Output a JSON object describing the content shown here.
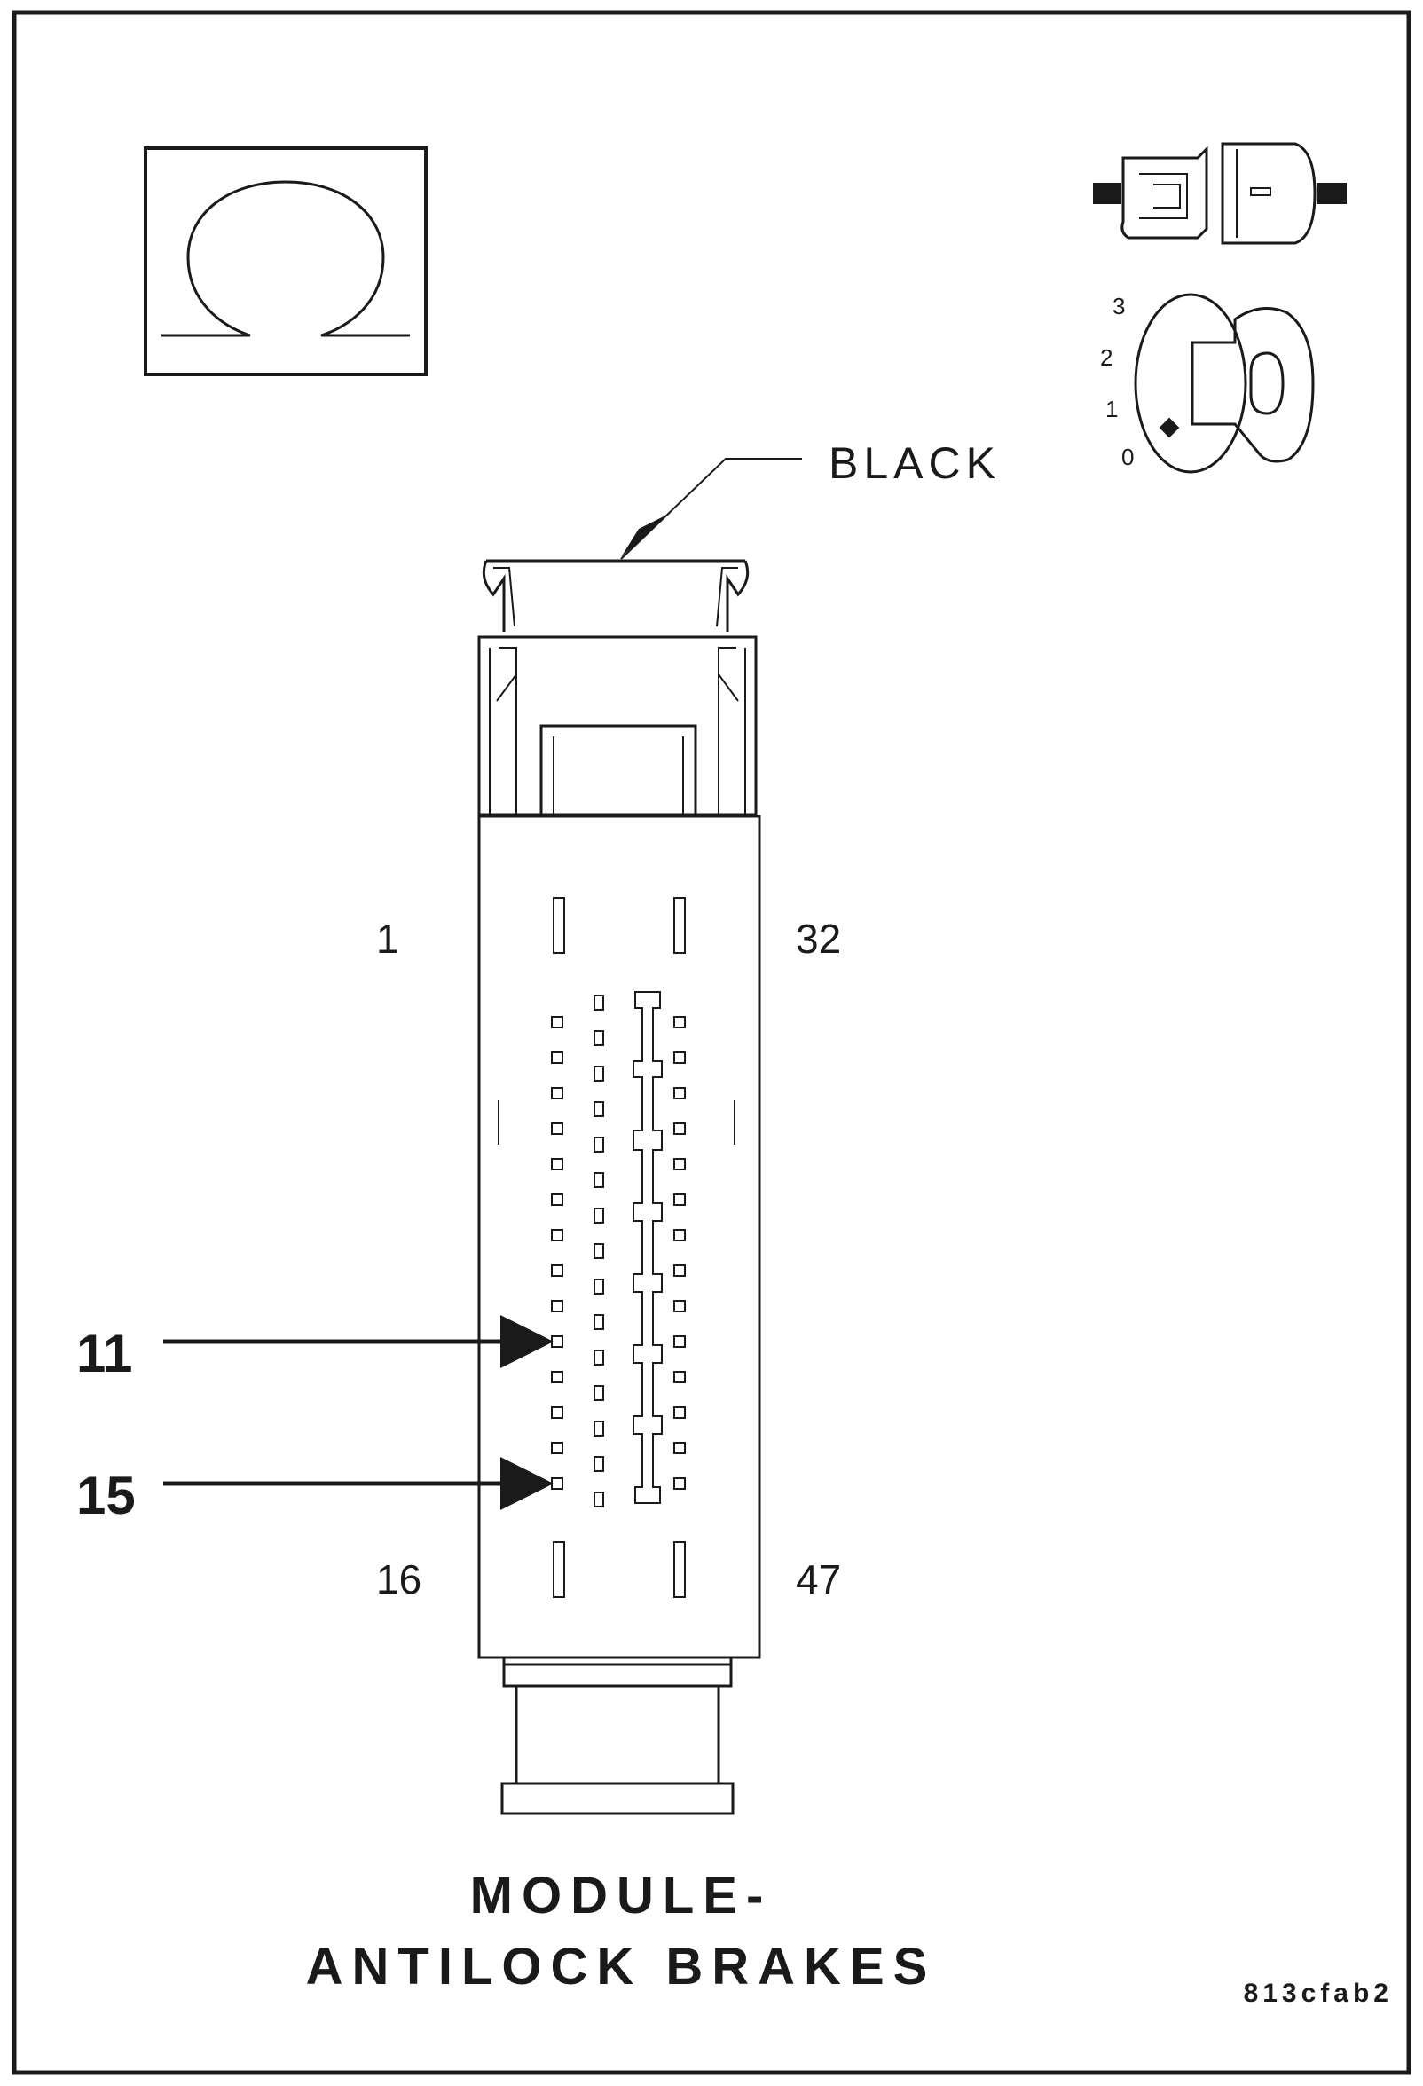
{
  "wire_color": "BLACK",
  "pin_labels": {
    "top_left": "1",
    "top_right": "32",
    "bottom_left": "16",
    "bottom_right": "47"
  },
  "callouts": [
    {
      "label": "11"
    },
    {
      "label": "15"
    }
  ],
  "ignition_positions": [
    "3",
    "2",
    "1",
    "0"
  ],
  "title": {
    "line1": "MODULE-",
    "line2": "ANTILOCK BRAKES"
  },
  "figure_code": "813cfab2",
  "icons": [
    "ohm-meter-icon",
    "connector-disconnect-icon",
    "ignition-key-icon"
  ],
  "colors": {
    "ink": "#1a1a1a",
    "background": "#ffffff"
  }
}
